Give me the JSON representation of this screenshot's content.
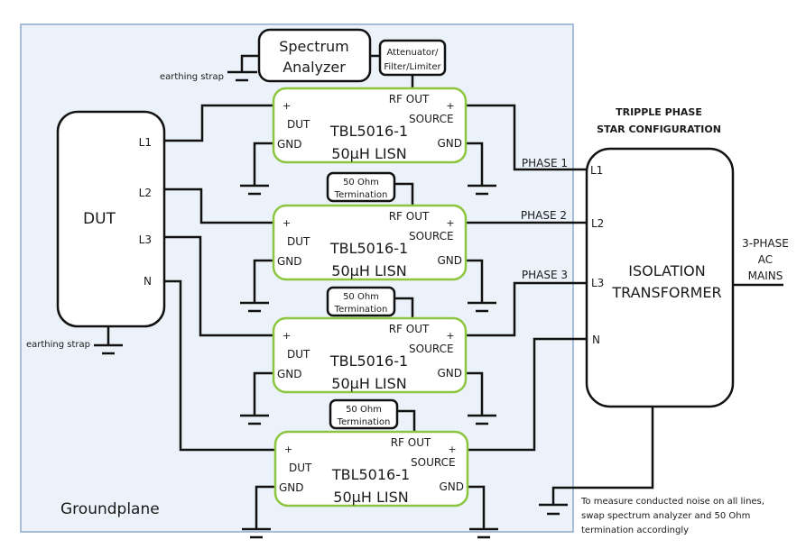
{
  "groundplane": {
    "label": "Groundplane"
  },
  "dut": {
    "label": "DUT",
    "pins": [
      "L1",
      "L2",
      "L3",
      "N"
    ],
    "earthing_label": "earthing strap"
  },
  "spectrum_analyzer": {
    "line1": "Spectrum",
    "line2": "Analyzer",
    "earthing_label": "earthing strap"
  },
  "attenuator": {
    "line1": "Attenuator/",
    "line2": "Filter/Limiter"
  },
  "termination": {
    "line1": "50 Ohm",
    "line2": "Termination"
  },
  "lisn": {
    "model": "TBL5016-1",
    "desc": "50µH LISN",
    "rf_out": "RF OUT",
    "dut": "DUT",
    "source": "SOURCE",
    "gnd": "GND",
    "plus": "+"
  },
  "phases": [
    "PHASE 1",
    "PHASE 2",
    "PHASE 3"
  ],
  "transformer": {
    "title_line1": "TRIPPLE PHASE",
    "title_line2": "STAR CONFIGURATION",
    "label_line1": "ISOLATION",
    "label_line2": "TRANSFORMER",
    "pins": [
      "L1",
      "L2",
      "L3",
      "N"
    ]
  },
  "mains": {
    "line1": "3-PHASE",
    "line2": "AC",
    "line3": "MAINS"
  },
  "note": {
    "line1": "To measure conducted noise on all lines,",
    "line2": "swap spectrum analyzer and 50 Ohm",
    "line3": "termination accordingly"
  }
}
